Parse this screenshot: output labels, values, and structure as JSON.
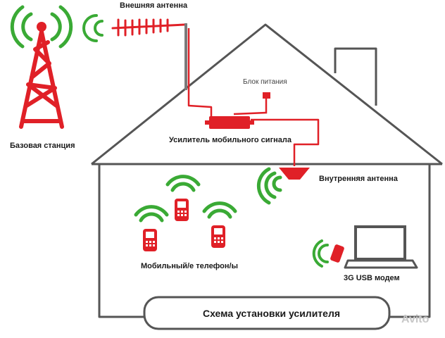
{
  "labels": {
    "base_station": "Базовая станция",
    "external_antenna": "Внешняя антенна",
    "power_supply": "Блок питания",
    "amplifier": "Усилитель мобильного сигнала",
    "internal_antenna": "Внутренняя антенна",
    "phones": "Мобильный/е телефон/ы",
    "usb_modem": "3G USB модем",
    "scheme_title": "Схема установки усилителя"
  },
  "watermark": "Avito",
  "icons": [
    "tower-icon",
    "yagi-antenna-icon",
    "amplifier-icon",
    "power-supply-icon",
    "ceiling-antenna-icon",
    "phone-icon",
    "laptop-icon",
    "usb-modem-icon",
    "signal-waves-icon"
  ],
  "colors": {
    "accent_red": "#e02027",
    "signal_green": "#3aaa35",
    "outline_gray": "#555555",
    "cable_gray": "#7a7a7a"
  }
}
